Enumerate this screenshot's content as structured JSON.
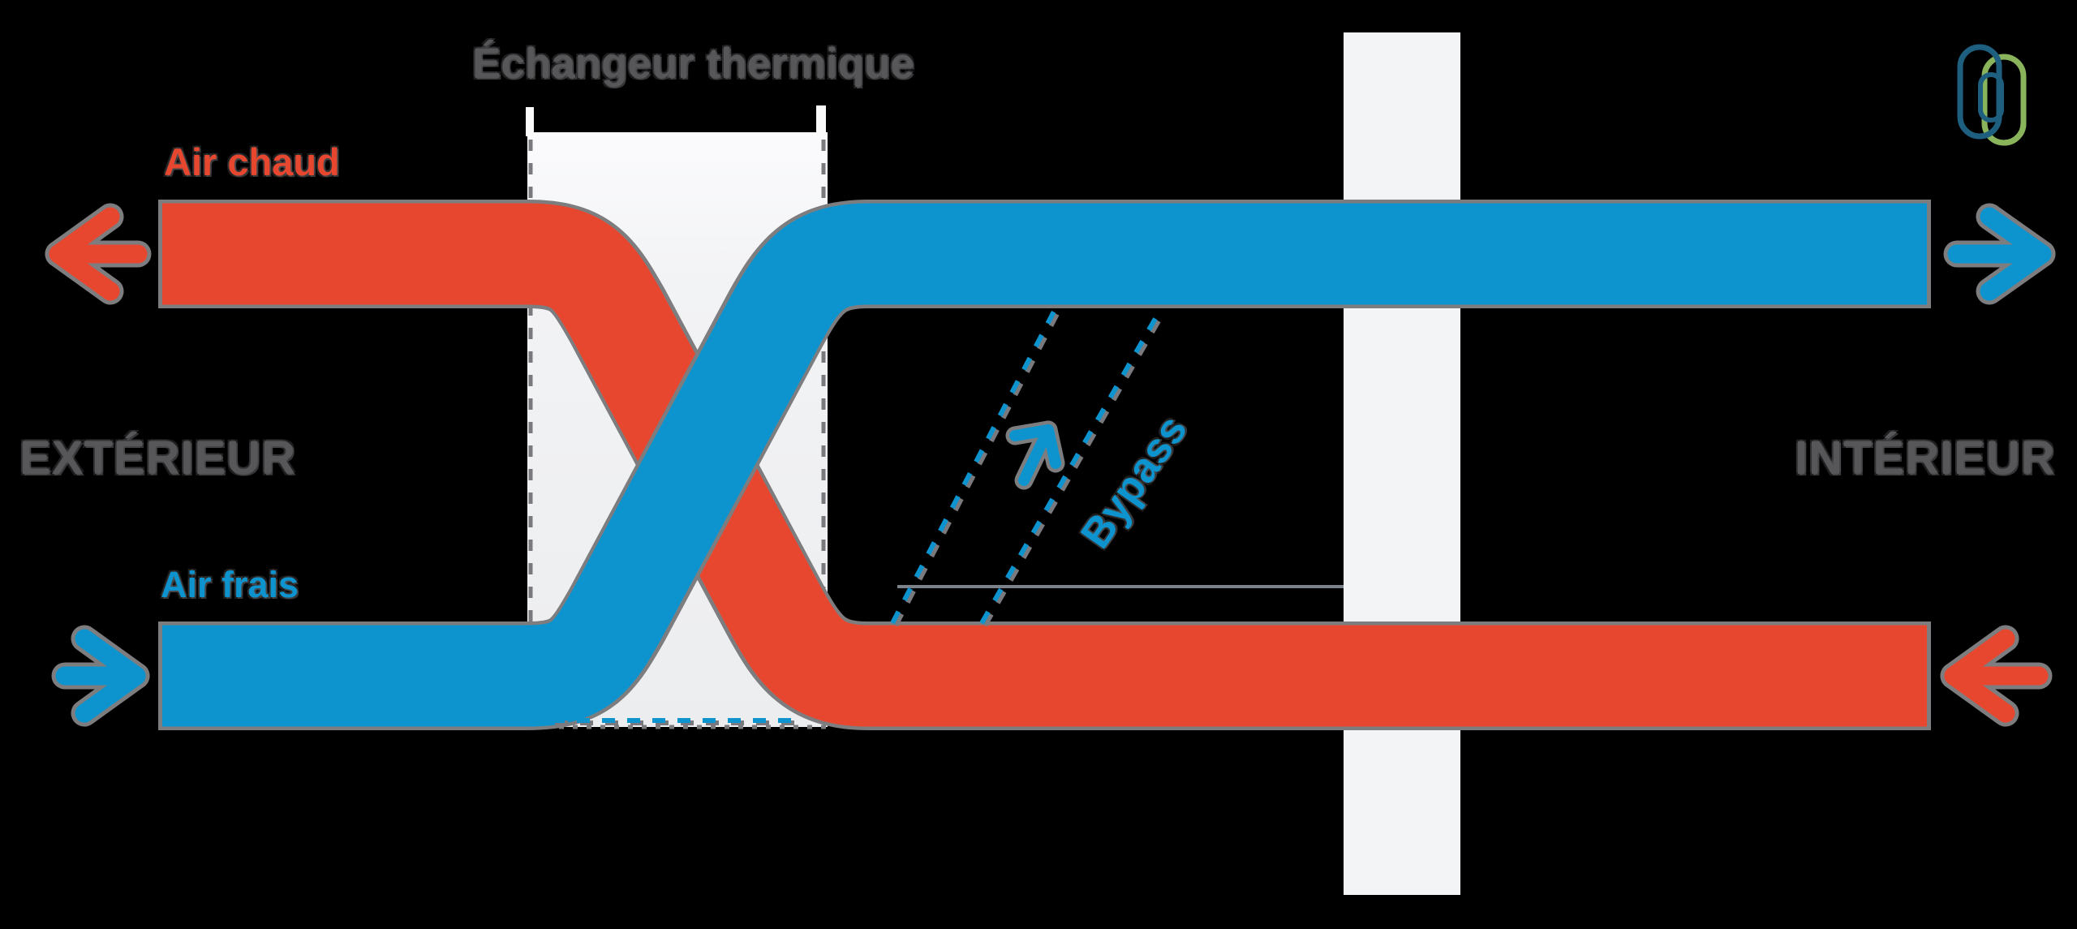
{
  "diagram": {
    "title": "Échangeur thermique",
    "zone_left": "EXTÉRIEUR",
    "zone_right": "INTÉRIEUR",
    "flow_hot_label": "Air chaud",
    "flow_fresh_label": "Air frais",
    "bypass_label": "Bypass",
    "colors": {
      "background": "#000000",
      "hot_air": "#E8472F",
      "fresh_air": "#0D94CE",
      "text_gray": "#57575A",
      "outline_gray": "#7D7D80",
      "exchanger_box": "#EFF0F2",
      "wall": "#F3F4F6",
      "logo_blue": "#1E5F80",
      "logo_green": "#8AB45C"
    },
    "icons": {
      "top_right": "interlocked-links-logo",
      "left_top": "arrow-left-icon (exhaust out)",
      "left_bottom": "arrow-right-icon (fresh in)",
      "right_top": "arrow-right-icon (supply in)",
      "right_bottom": "arrow-left-icon (extract in)",
      "bypass": "arrow-up-right-icon"
    }
  }
}
